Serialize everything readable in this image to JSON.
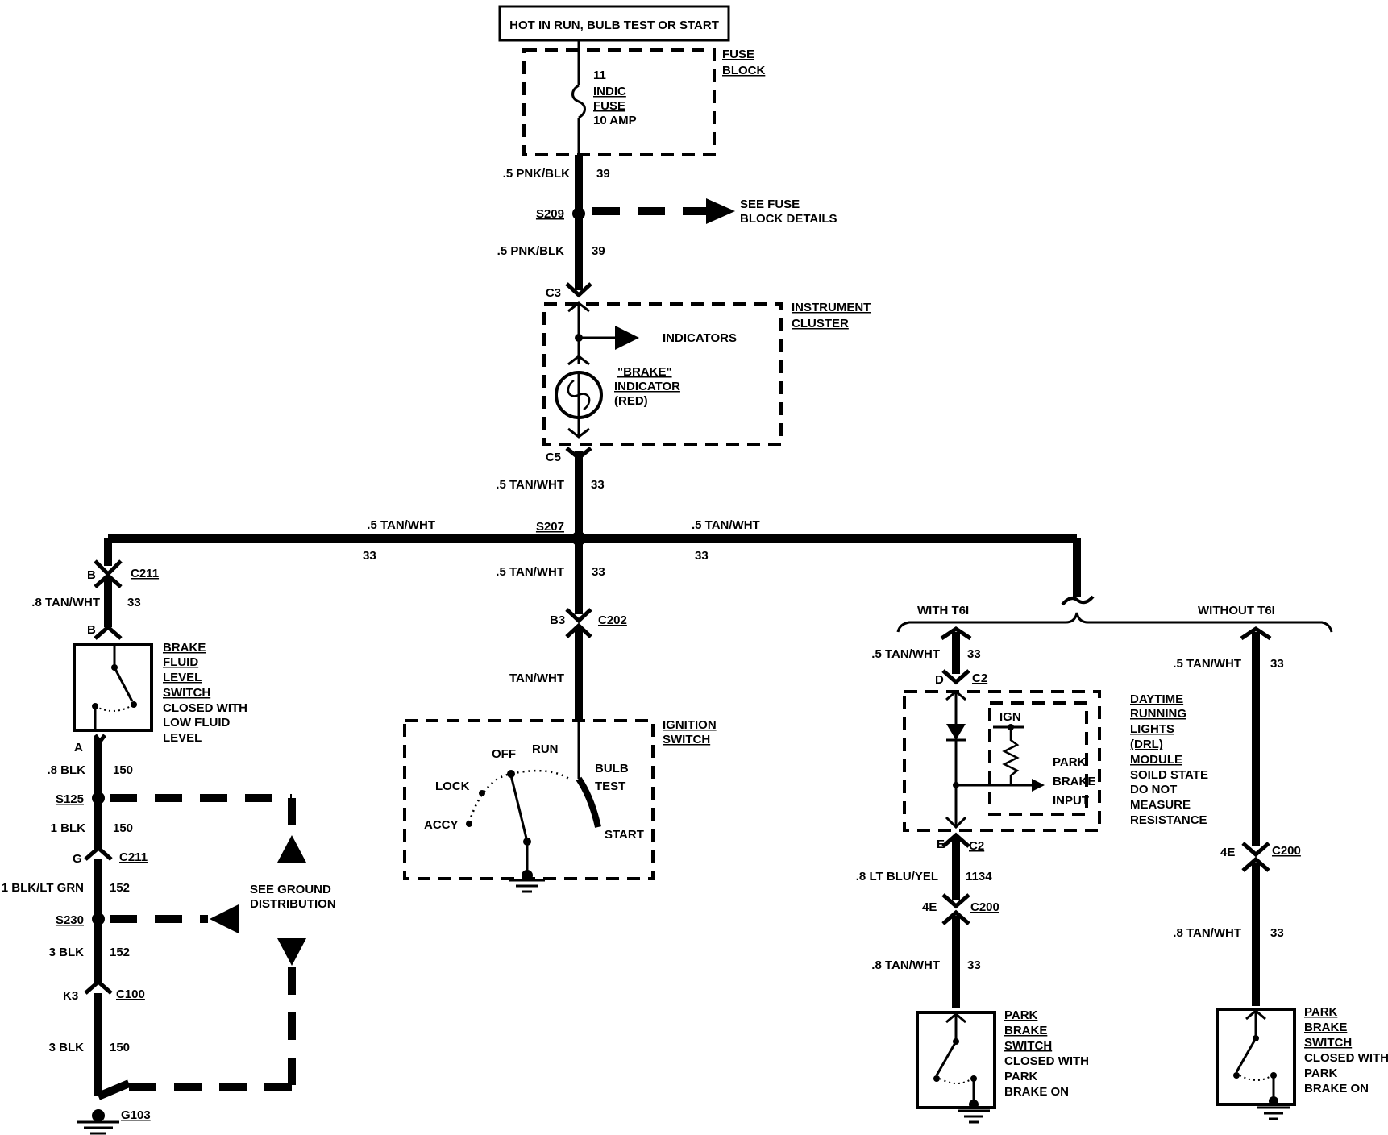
{
  "power_source": "HOT IN RUN, BULB TEST OR START",
  "fuse_block": {
    "title_line1": "FUSE",
    "title_line2": "BLOCK",
    "fuse_number": "11",
    "fuse_name_line1": "INDIC",
    "fuse_name_line2": "FUSE",
    "fuse_rating": "10 AMP"
  },
  "wires": {
    "w39a_gauge": ".5 PNK/BLK",
    "w39a_circuit": "39",
    "w39b_gauge": ".5 PNK/BLK",
    "w39b_circuit": "39",
    "c5_gauge": ".5 TAN/WHT",
    "c5_circuit": "33",
    "left_branch_gauge": ".5 TAN/WHT",
    "left_branch_circuit": "33",
    "right_branch_gauge": ".5 TAN/WHT",
    "right_branch_circuit": "33",
    "center_gauge": ".5 TAN/WHT",
    "center_circuit": "33",
    "c211_gauge": ".8 TAN/WHT",
    "c211_circuit": "33",
    "ign_feed": "TAN/WHT",
    "blk150a_gauge": ".8 BLK",
    "blk150a_circuit": "150",
    "blk150b_gauge": "1 BLK",
    "blk150b_circuit": "150",
    "blkgrn_gauge": "1 BLK/LT GRN",
    "blkgrn_circuit": "152",
    "blk152_gauge": "3 BLK",
    "blk152_circuit": "152",
    "blk150c_gauge": "3 BLK",
    "blk150c_circuit": "150",
    "t6i_gauge": ".5 TAN/WHT",
    "t6i_circuit": "33",
    "drl_out_gauge": ".8 LT BLU/YEL",
    "drl_out_circuit": "1134",
    "pbs1_gauge": ".8 TAN/WHT",
    "pbs1_circuit": "33",
    "not6i_gauge": ".5 TAN/WHT",
    "not6i_circuit": "33",
    "not6i_b_gauge": ".8 TAN/WHT",
    "not6i_b_circuit": "33"
  },
  "splices": {
    "s209": "S209",
    "s207": "S207",
    "s125": "S125",
    "s230": "S230"
  },
  "fuse_block_details": [
    "SEE FUSE",
    "BLOCK DETAILS"
  ],
  "connectors": {
    "c3": "C3",
    "c5": "C5",
    "c211_pin_b": "B",
    "c211": "C211",
    "brake_fluid_pin_b": "B",
    "brake_fluid_pin_a": "A",
    "c202_pin": "B3",
    "c202": "C202",
    "c211_pin_g": "G",
    "c211_g": "C211",
    "c100_pin": "K3",
    "c100": "C100",
    "g103": "G103",
    "drl_pin_d": "D",
    "drl_c2_top": "C2",
    "drl_pin_e": "E",
    "drl_c2_bottom": "C2",
    "c200_pin_left": "4E",
    "c200_left": "C200",
    "c200_pin_right": "4E",
    "c200_right": "C200"
  },
  "instrument_cluster": {
    "title_line1": "INSTRUMENT",
    "title_line2": "CLUSTER",
    "indicators": "INDICATORS",
    "brake_line1": "\"BRAKE\"",
    "brake_line2": "INDICATOR",
    "brake_line3": "(RED)"
  },
  "brake_fluid_switch": [
    "BRAKE",
    "FLUID",
    "LEVEL",
    "SWITCH",
    "CLOSED WITH",
    "LOW FLUID",
    "LEVEL"
  ],
  "ignition_switch": {
    "title_line1": "IGNITION",
    "title_line2": "SWITCH",
    "off": "OFF",
    "run": "RUN",
    "lock": "LOCK",
    "accy": "ACCY",
    "bulb": "BULB",
    "test": "TEST",
    "start": "START"
  },
  "ground_distribution": [
    "SEE GROUND",
    "DISTRIBUTION"
  ],
  "t6i": {
    "with": "WITH T6I",
    "without": "WITHOUT T6I"
  },
  "drl_module": {
    "ign": "IGN",
    "park": "PARK",
    "brake": "BRAKE",
    "input": "INPUT",
    "title": [
      "DAYTIME",
      "RUNNING",
      "LIGHTS",
      "(DRL)",
      "MODULE"
    ],
    "notes": [
      "SOILD STATE",
      "DO NOT",
      "MEASURE",
      "RESISTANCE"
    ]
  },
  "park_brake_switch_left": [
    "PARK",
    "BRAKE",
    "SWITCH",
    "CLOSED WITH",
    "PARK",
    "BRAKE ON"
  ],
  "park_brake_switch_right": [
    "PARK",
    "BRAKE",
    "SWITCH",
    "CLOSED WITH",
    "PARK",
    "BRAKE ON"
  ]
}
